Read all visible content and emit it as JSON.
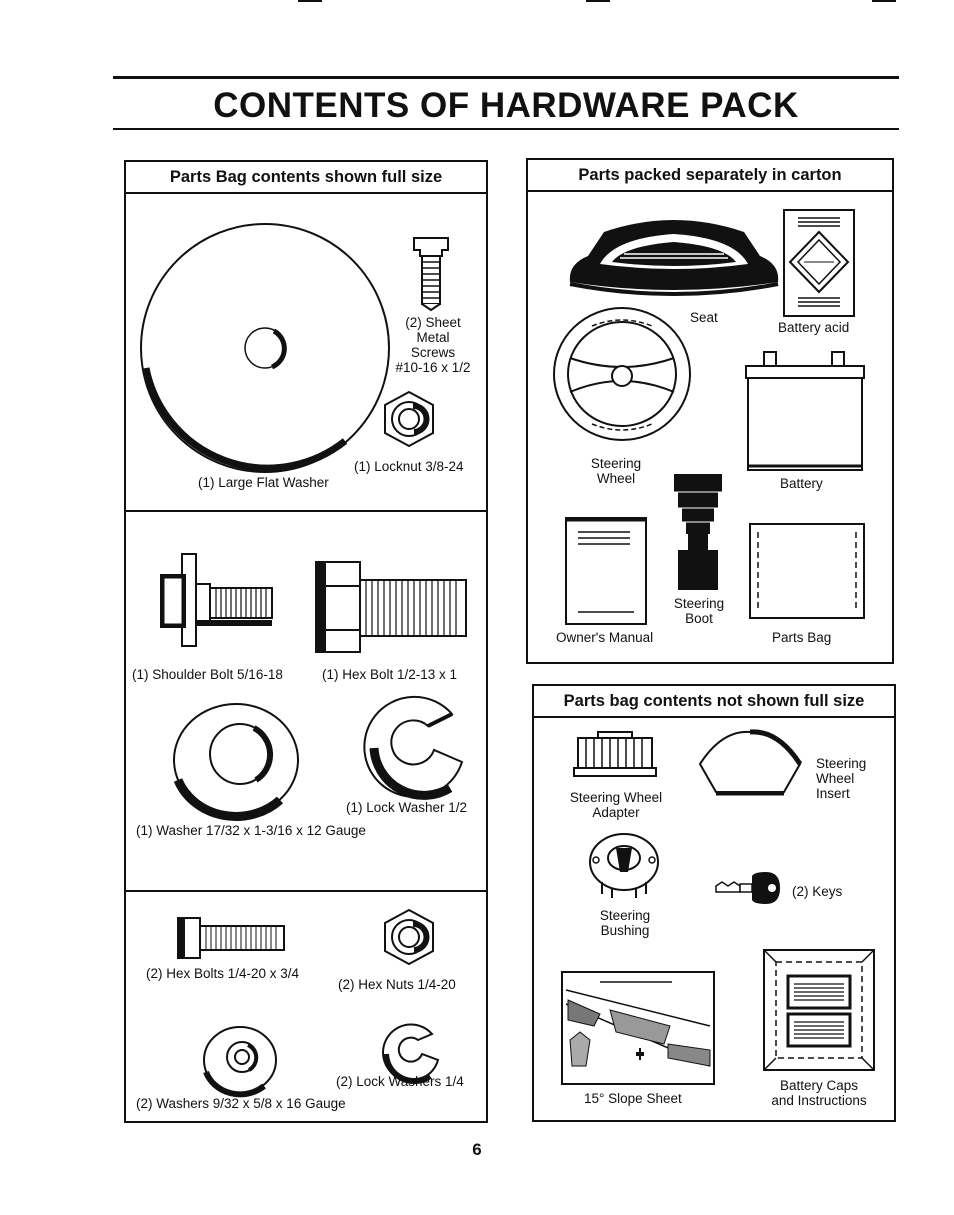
{
  "page": {
    "title": "CONTENTS OF HARDWARE PACK",
    "page_number": "6"
  },
  "panels": {
    "full_size": {
      "heading": "Parts Bag contents shown full size",
      "sec1": {
        "screws_l1": "(2) Sheet",
        "screws_l2": "Metal",
        "screws_l3": "Screws",
        "screws_l4": "#10-16 x 1/2",
        "large_washer": "(1) Large Flat Washer",
        "locknut": "(1) Locknut  3/8-24"
      },
      "sec2": {
        "shoulder_bolt": "(1) Shoulder Bolt  5/16-18",
        "hex_bolt": "(1) Hex Bolt  1/2-13 x 1",
        "lock_washer": "(1) Lock Washer  1/2",
        "washer": "(1) Washer  17/32 x 1-3/16 x 12 Gauge"
      },
      "sec3": {
        "hex_bolts": "(2) Hex Bolts  1/4-20 x 3/4",
        "hex_nuts": "(2) Hex Nuts  1/4-20",
        "lock_washers": "(2) Lock Washers  1/4",
        "washers": "(2) Washers  9/32  x 5/8 x 16 Gauge"
      }
    },
    "carton": {
      "heading": "Parts packed separately in carton",
      "seat": "Seat",
      "battery_acid": "Battery acid",
      "steering_wheel_l1": "Steering",
      "steering_wheel_l2": "Wheel",
      "battery": "Battery",
      "steering_boot_l1": "Steering",
      "steering_boot_l2": "Boot",
      "owners_manual": "Owner's Manual",
      "parts_bag": "Parts Bag"
    },
    "not_full_size": {
      "heading": "Parts bag contents not shown full size",
      "adapter_l1": "Steering Wheel",
      "adapter_l2": "Adapter",
      "insert_l1": "Steering",
      "insert_l2": "Wheel",
      "insert_l3": "Insert",
      "bushing_l1": "Steering",
      "bushing_l2": "Bushing",
      "keys": "(2) Keys",
      "slope_sheet": "15° Slope Sheet",
      "caps_l1": "Battery Caps",
      "caps_l2": "and Instructions"
    }
  }
}
